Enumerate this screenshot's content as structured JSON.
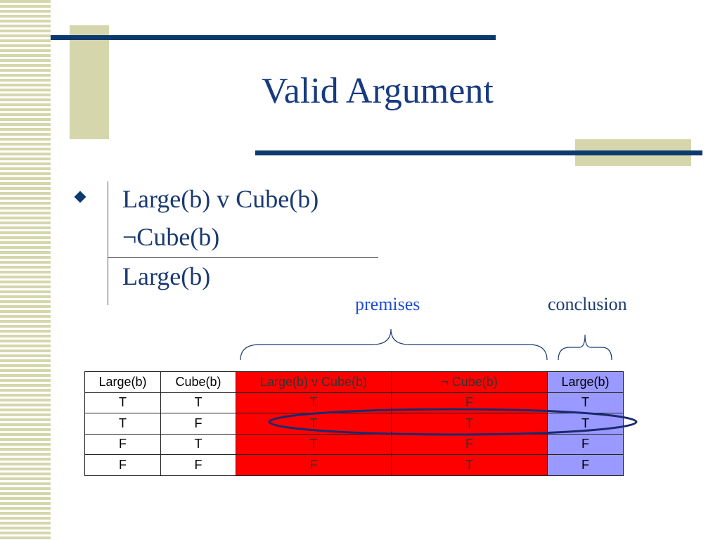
{
  "slide": {
    "title": "Valid Argument",
    "accent_color": "#0d3a6e",
    "decor_color": "#d6d6ad"
  },
  "argument": {
    "bullet": "diamond-bullet",
    "premises": [
      "Large(b) v Cube(b)",
      "¬Cube(b)"
    ],
    "conclusion": "Large(b)"
  },
  "labels": {
    "premises": "premises",
    "conclusion": "conclusion"
  },
  "truth_table": {
    "headers": [
      "Large(b)",
      "Cube(b)",
      "Large(b) v Cube(b)",
      "¬ Cube(b)",
      "Large(b)"
    ],
    "rows": [
      [
        "T",
        "T",
        "T",
        "F",
        "T"
      ],
      [
        "T",
        "F",
        "T",
        "T",
        "T"
      ],
      [
        "F",
        "T",
        "T",
        "F",
        "F"
      ],
      [
        "F",
        "F",
        "F",
        "T",
        "F"
      ]
    ],
    "highlighted_row": 1,
    "colors": {
      "premise": "#ff0000",
      "conclusion": "#9999ff",
      "plain": "#ffffff",
      "highlight": "#1a2a6e"
    }
  }
}
